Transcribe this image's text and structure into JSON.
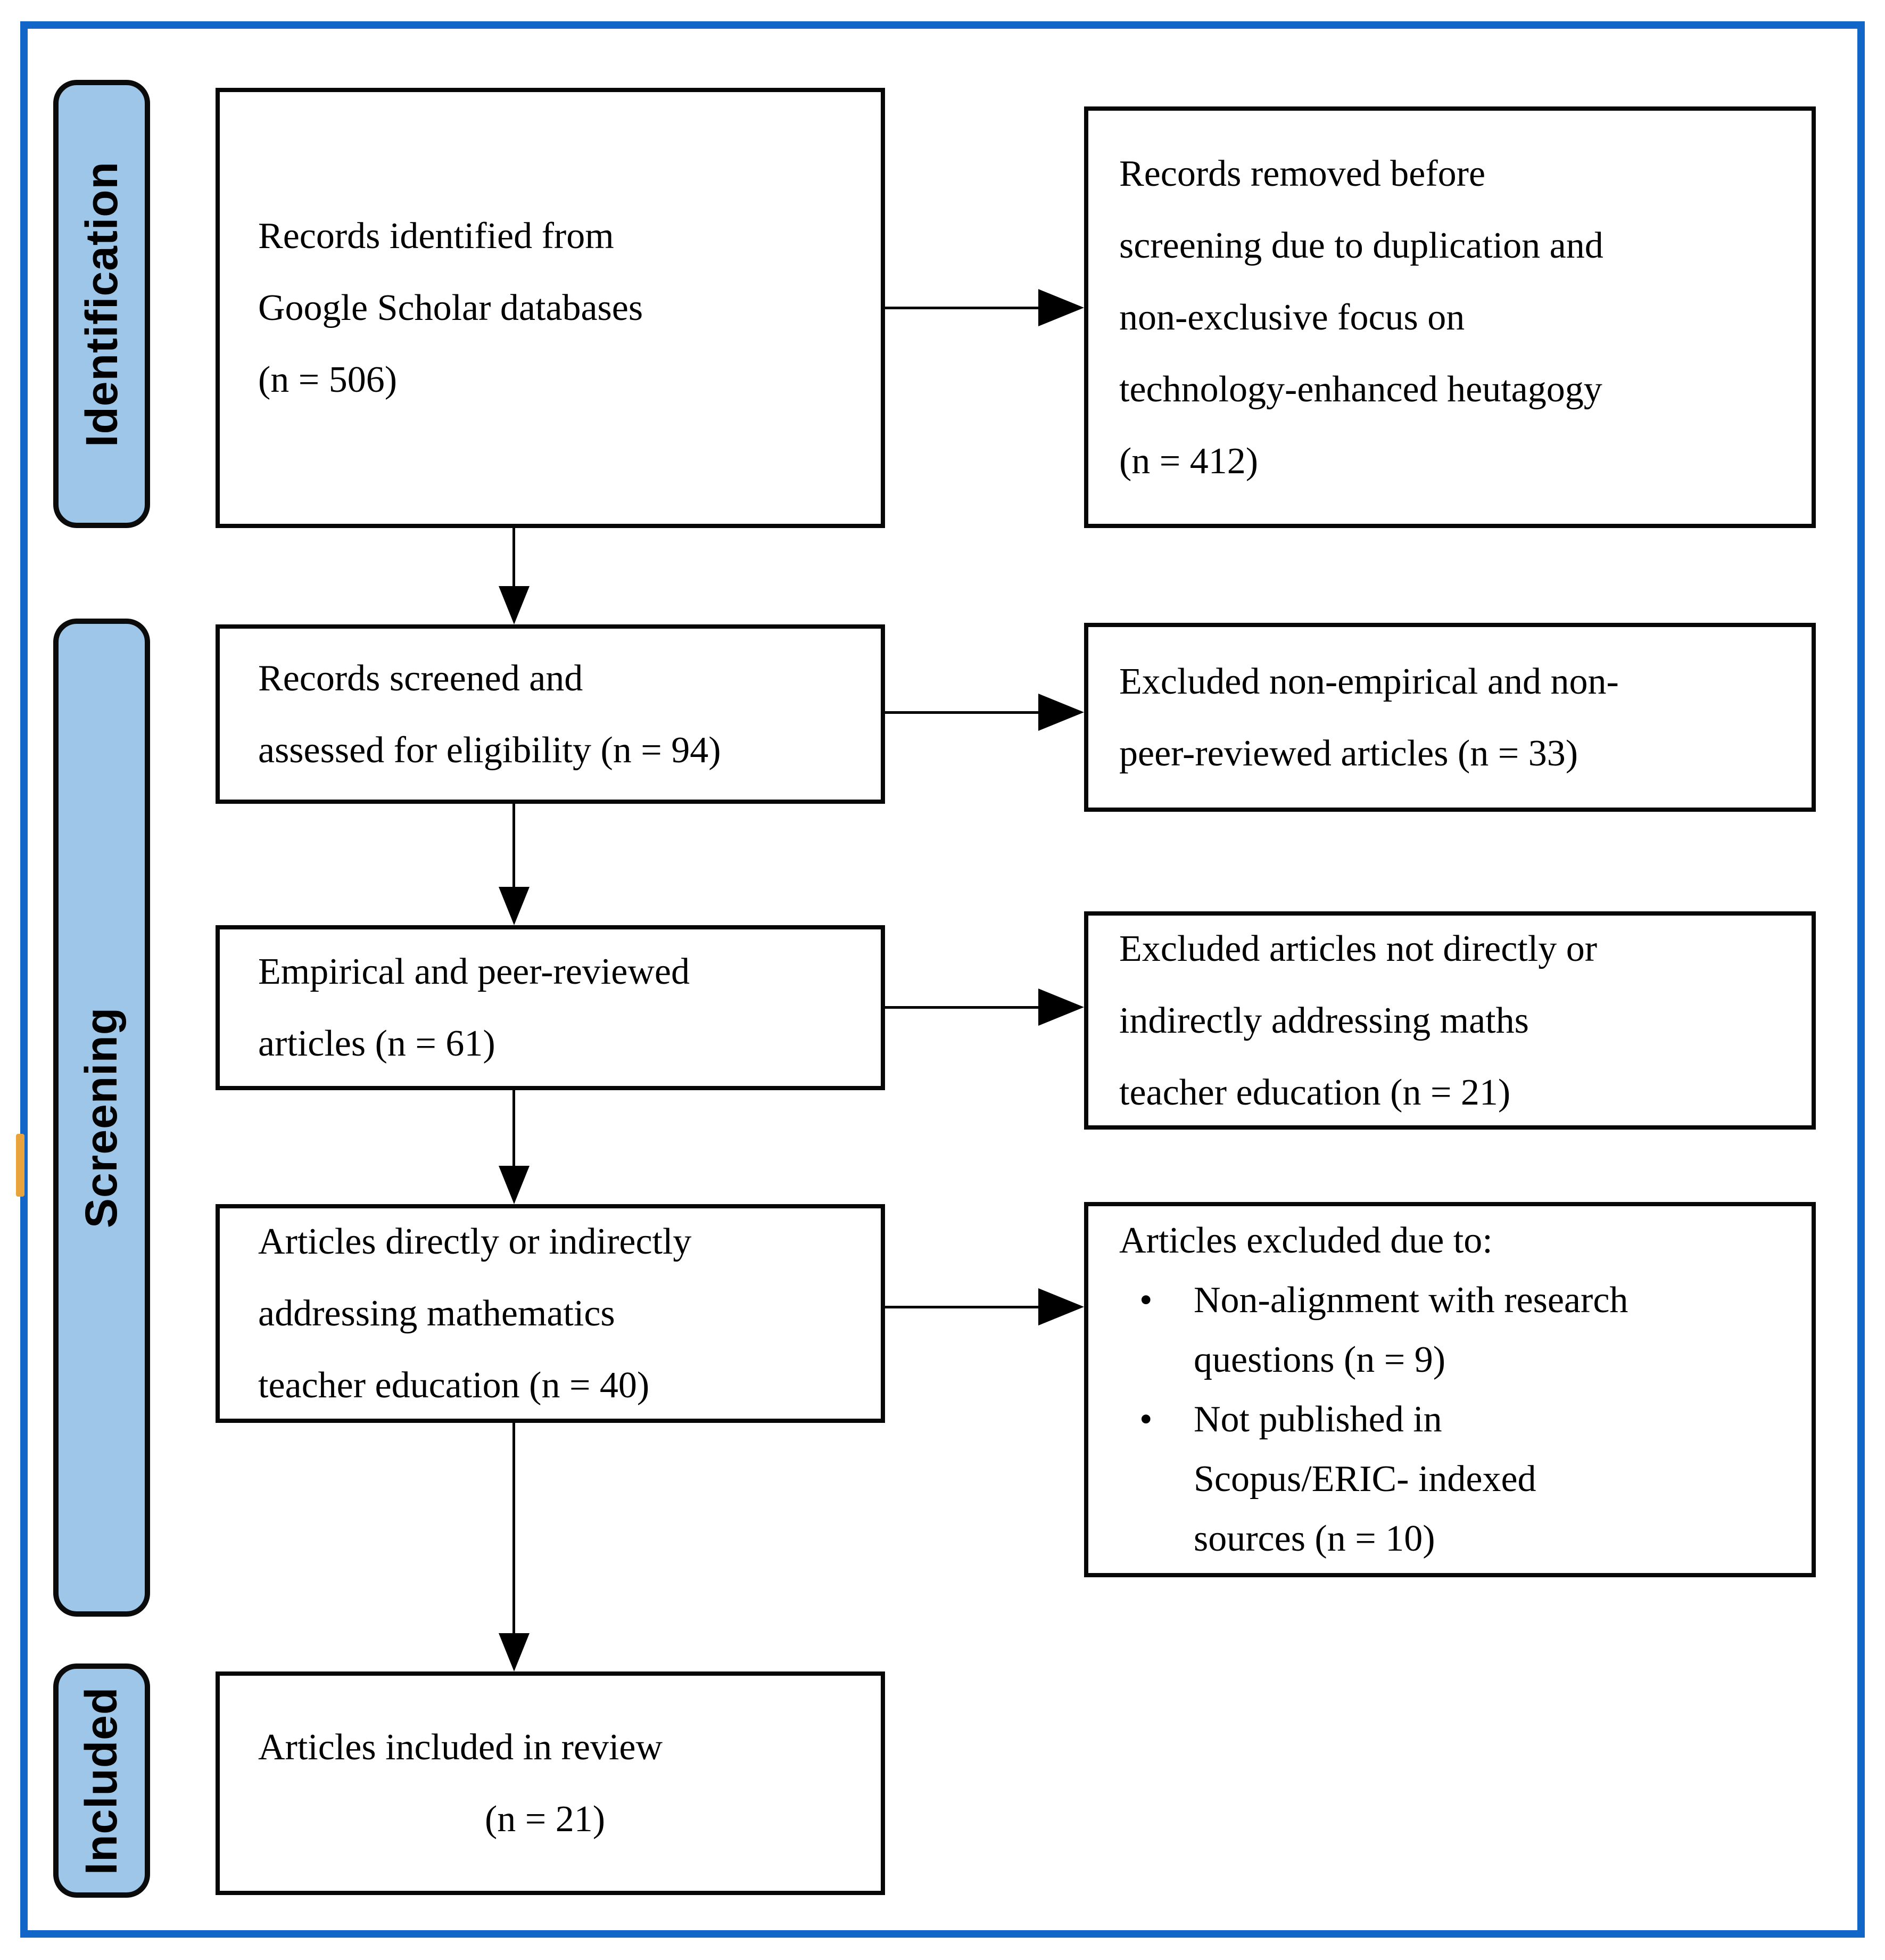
{
  "figure": {
    "type": "prisma-flow-diagram",
    "colors": {
      "outer_border": "#1266C8",
      "stage_fill": "#9DC6E8",
      "stage_border": "#000000",
      "box_border": "#000000",
      "box_fill": "#FFFFFF",
      "arrow": "#000000",
      "accent_marker": "#E8A33D"
    },
    "bullet_glyph": "•",
    "stages": [
      {
        "id": "identification",
        "label": "Identification"
      },
      {
        "id": "screening",
        "label": "Screening"
      },
      {
        "id": "included",
        "label": "Included"
      }
    ],
    "boxes": {
      "identified": {
        "lines": [
          "Records identified from",
          "Google Scholar databases",
          "(n = 506)"
        ]
      },
      "removed": {
        "lines": [
          "Records removed before",
          "screening due to duplication and",
          "non-exclusive focus on",
          "technology-enhanced heutagogy",
          "(n = 412)"
        ]
      },
      "screened": {
        "lines": [
          "Records screened and",
          "assessed for eligibility (n = 94)"
        ]
      },
      "excludedNonEmpirical": {
        "lines": [
          "Excluded non-empirical and non-",
          "peer-reviewed articles (n = 33)"
        ]
      },
      "empirical": {
        "lines": [
          "Empirical and peer-reviewed",
          "articles (n = 61)"
        ]
      },
      "excludedNotAddressing": {
        "lines": [
          "Excluded articles not directly or",
          "indirectly addressing maths",
          "teacher education (n = 21)"
        ]
      },
      "addressing": {
        "lines": [
          "Articles directly or indirectly",
          "addressing mathematics",
          "teacher education (n = 40)"
        ]
      },
      "excludedDueTo": {
        "heading": "Articles excluded due to:",
        "bullets": [
          {
            "lines": [
              "Non-alignment with research",
              "questions (n = 9)"
            ]
          },
          {
            "lines": [
              "Not published in",
              "Scopus/ERIC- indexed",
              "sources (n = 10)"
            ]
          }
        ]
      },
      "includedReview": {
        "lines": [
          "Articles included in review",
          "(n = 21)"
        ]
      }
    }
  }
}
